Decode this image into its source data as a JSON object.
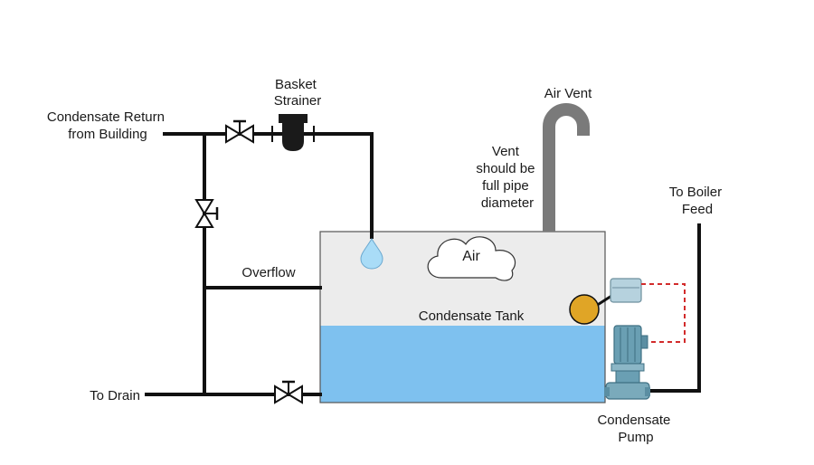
{
  "labels": {
    "condensate_return": [
      "Condensate Return",
      "from Building"
    ],
    "basket_strainer": [
      "Basket",
      "Strainer"
    ],
    "air_vent": "Air Vent",
    "vent_note": [
      "Vent",
      "should be",
      "full pipe",
      "diameter"
    ],
    "to_boiler_feed": [
      "To Boiler",
      "Feed"
    ],
    "air": "Air",
    "overflow": "Overflow",
    "condensate_tank": "Condensate Tank",
    "to_drain": "To Drain",
    "condensate_pump": [
      "Condensate",
      "Pump"
    ]
  },
  "colors": {
    "pipe": "#111111",
    "tank_air": "#ececec",
    "water": "#7ec1ef",
    "vent": "#7a7a7a",
    "float": "#e0a526",
    "pump": "#6a9fb3",
    "control_line": "#d22b2b"
  }
}
